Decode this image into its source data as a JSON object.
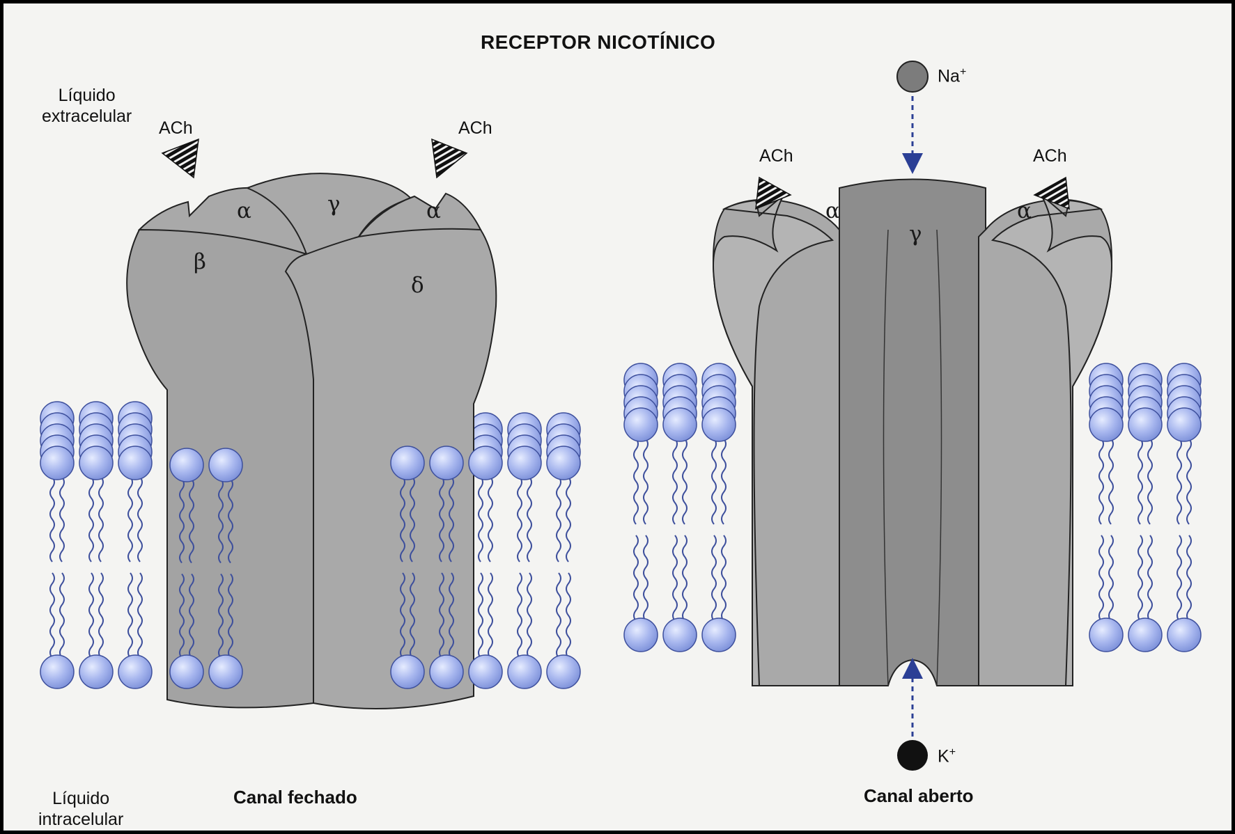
{
  "title": "RECEPTOR NICOTÍNICO",
  "extracellular_label": [
    "Líquido",
    "extracelular"
  ],
  "intracellular_label": [
    "Líquido",
    "intracelular"
  ],
  "ligand_label": "ACh",
  "closed_channel": {
    "state_label": "Canal fechado",
    "subunits": {
      "alpha_left": "α",
      "gamma": "γ",
      "alpha_right": "α",
      "beta": "β",
      "delta": "δ"
    }
  },
  "open_channel": {
    "state_label": "Canal aberto",
    "subunits": {
      "alpha_left": "α",
      "gamma": "γ",
      "alpha_right": "α"
    },
    "ion_in": {
      "symbol": "Na",
      "charge": "+"
    },
    "ion_out": {
      "symbol": "K",
      "charge": "+"
    }
  },
  "colors": {
    "frame": "#000000",
    "background": "#f4f4f2",
    "protein": "#a9a9a9",
    "protein_light": "#b8b8b8",
    "protein_dark": "#8d8d8d",
    "lipid_head": "#a7b6ee",
    "lipid_head_outline": "#3d4f9c",
    "na_ion": "#7c7c7c",
    "k_ion": "#111111",
    "arrow": "#2b3f95"
  }
}
